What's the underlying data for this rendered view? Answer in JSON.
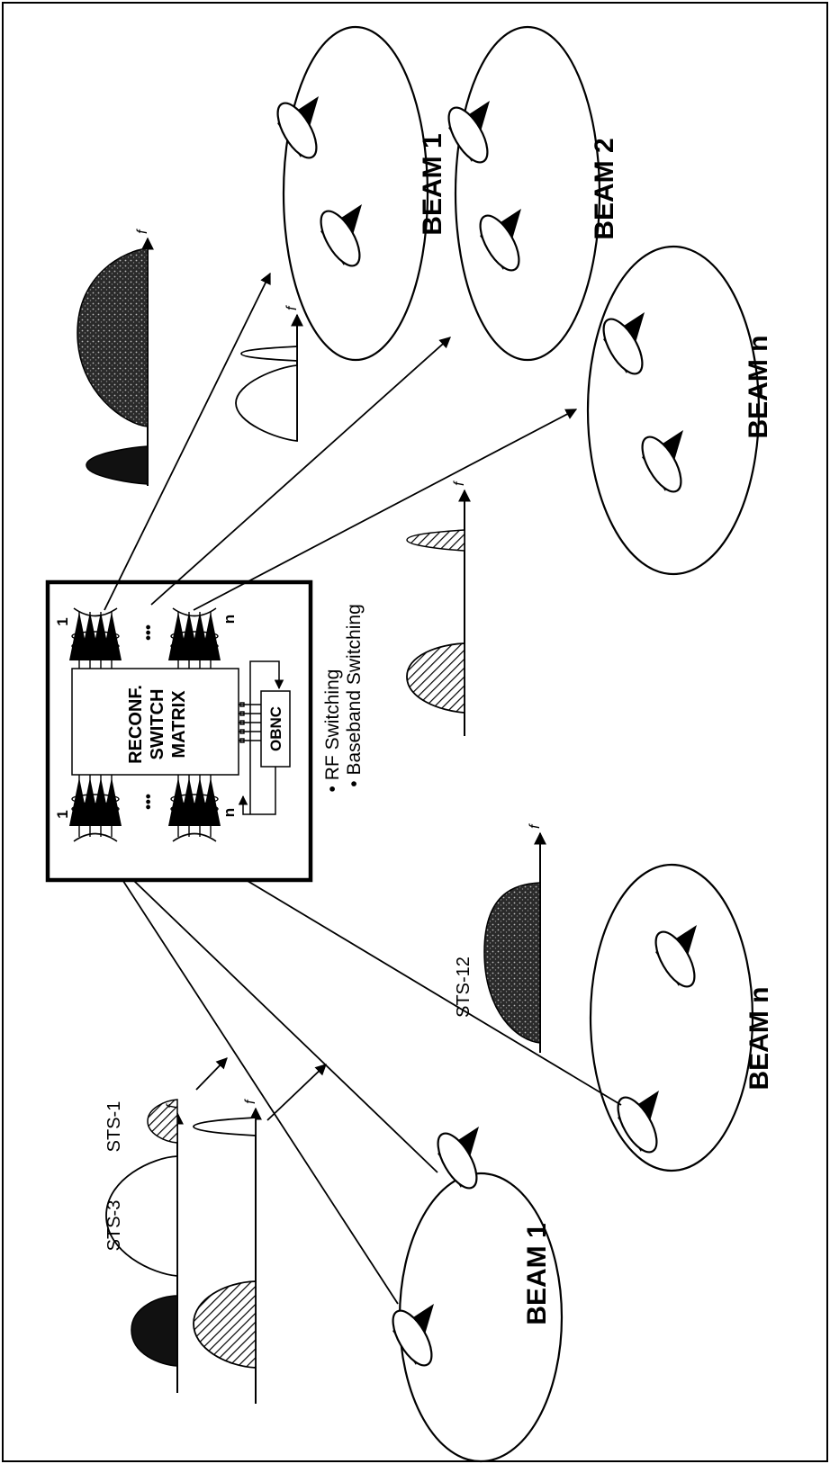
{
  "beams": {
    "up_left": "BEAM 1",
    "up_right": "BEAM n",
    "down_1": "BEAM 1",
    "down_2": "BEAM 2",
    "down_n": "BEAM n"
  },
  "signals": {
    "sts3": "STS-3",
    "sts1": "STS-1",
    "sts12": "STS-12"
  },
  "freq_axis": "f",
  "switch": {
    "line1": "RECONF.",
    "line2": "SWITCH",
    "line3": "MATRIX",
    "obnc": "OBNC",
    "port_first": "1",
    "port_last": "n",
    "dots": "•••"
  },
  "switching_modes": [
    "• RF Switching",
    "• Baseband Switching"
  ],
  "colors": {
    "line": "#000000",
    "fill_dark": "#1a1a1a",
    "fill_mottled": "#3a3a3a",
    "background": "#ffffff"
  }
}
